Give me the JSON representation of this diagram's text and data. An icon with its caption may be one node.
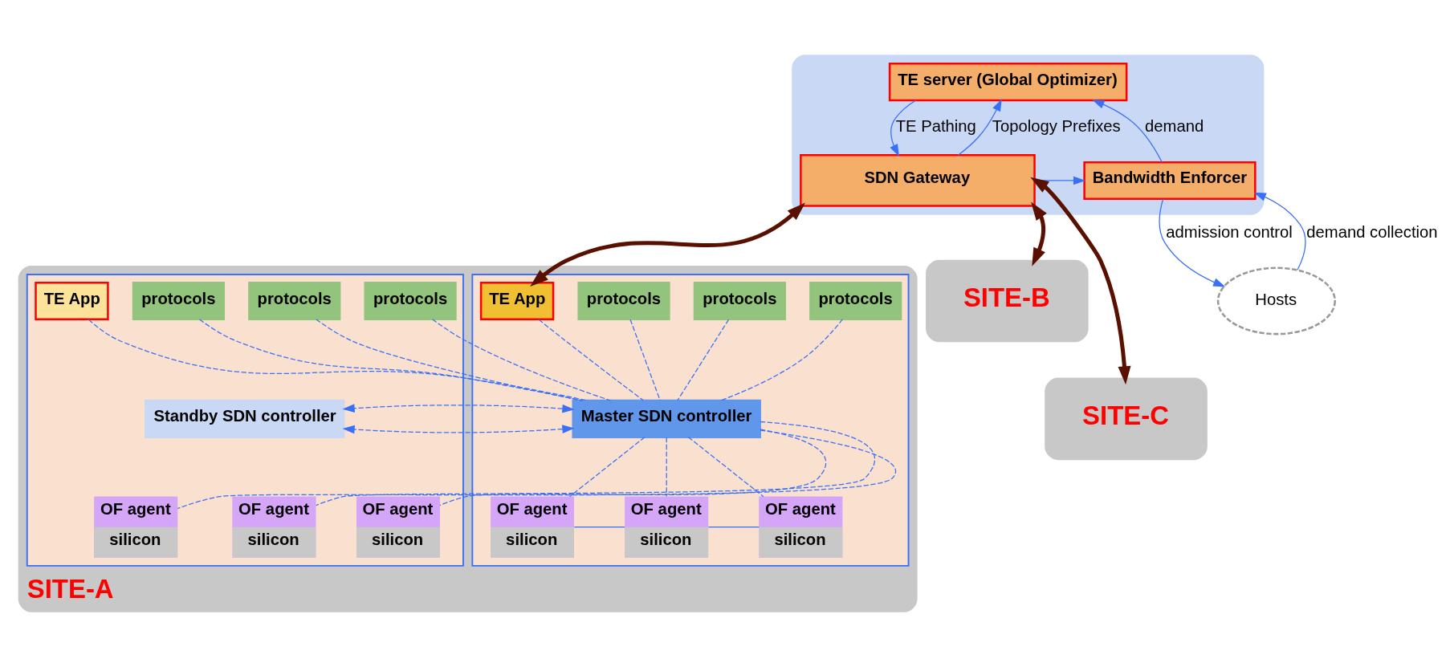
{
  "diagram": {
    "nodes": [
      {
        "text": [],
        "shape": "cloud"
      },
      {
        "text": [
          "TE server (Global Optimizer)"
        ],
        "in": 0
      },
      {
        "text": [
          "SDN Gateway"
        ],
        "in": 0
      },
      {
        "text": [
          "Bandwidth Enforcer"
        ],
        "in": 0
      },
      {
        "text": [
          "Hosts"
        ]
      },
      {
        "text": [
          "SITE-A"
        ]
      },
      {
        "text": [],
        "shape": "box",
        "in": 5
      },
      {
        "text": [
          "protocols"
        ],
        "in": 6
      },
      {
        "text": [
          "protocols"
        ],
        "in": 6
      },
      {
        "text": [
          "protocols"
        ],
        "in": 6
      },
      {
        "text": [
          "TE App"
        ],
        "in": 6
      },
      {
        "text": [
          "Master SDN controller"
        ],
        "in": 6
      },
      {
        "text": [
          "OF agent",
          "silicon"
        ],
        "in": 6
      },
      {
        "text": [
          "OF agent",
          "silicon"
        ],
        "in": 6
      },
      {
        "text": [
          "OF agent",
          "silicon"
        ],
        "in": 6
      },
      {
        "text": [],
        "shape": "box",
        "in": 5
      },
      {
        "text": [
          "protocols"
        ],
        "in": 15
      },
      {
        "text": [
          "protocols"
        ],
        "in": 15
      },
      {
        "text": [
          "protocols"
        ],
        "in": 15
      },
      {
        "text": [
          "TE App"
        ],
        "in": 15
      },
      {
        "text": [
          "Standby SDN controller"
        ],
        "in": 15
      },
      {
        "text": [
          "OF agent",
          "silicon"
        ],
        "in": 15
      },
      {
        "text": [
          "OF agent",
          "silicon"
        ],
        "in": 15
      },
      {
        "text": [
          "OF agent",
          "silicon"
        ],
        "in": 15
      },
      {
        "text": [
          "SITE-B"
        ]
      },
      {
        "text": [
          "SITE-C"
        ]
      }
    ],
    "edges": [
      {
        "from": 1,
        "to": 2,
        "arrow": "to",
        "label": "TE Pathing"
      },
      {
        "from": 2,
        "to": 1,
        "arrow": "to",
        "label": "Topology Prefixes"
      },
      {
        "from": 3,
        "to": 1,
        "arrow": "to",
        "label": "demand"
      },
      {
        "from": 2,
        "to": 3,
        "arrow": "to"
      },
      {
        "from": 4,
        "to": 3,
        "arrow": "to",
        "label": "demand collection"
      },
      {
        "from": 3,
        "to": 4,
        "arrow": "to",
        "label": "admission control"
      },
      {
        "from": 2,
        "to": 10,
        "arrow": "both",
        "style": "thick",
        "color": "#5a1000"
      },
      {
        "from": 2,
        "to": 24,
        "arrow": "both",
        "style": "thick",
        "color": "#5a1000"
      },
      {
        "from": 2,
        "to": 25,
        "arrow": "both",
        "style": "thick",
        "color": "#5a1000"
      },
      {
        "from": 7,
        "to": 11,
        "arrow": "none",
        "style": "dashed"
      },
      {
        "from": 8,
        "to": 11,
        "arrow": "none",
        "style": "dashed"
      },
      {
        "from": 9,
        "to": 11,
        "arrow": "none",
        "style": "dashed"
      },
      {
        "from": 10,
        "to": 11,
        "arrow": "none",
        "style": "dashed"
      },
      {
        "from": 16,
        "to": 11,
        "arrow": "none",
        "style": "dashed"
      },
      {
        "from": 17,
        "to": 11,
        "arrow": "none",
        "style": "dashed"
      },
      {
        "from": 18,
        "to": 11,
        "arrow": "none",
        "style": "dashed"
      },
      {
        "from": 19,
        "to": 11,
        "arrow": "none",
        "style": "dashed"
      },
      {
        "from": 11,
        "to": 20,
        "arrow": "both",
        "style": "dashed"
      },
      {
        "from": 11,
        "to": 12,
        "arrow": "none",
        "style": "dashed"
      },
      {
        "from": 11,
        "to": 13,
        "arrow": "none",
        "style": "dashed"
      },
      {
        "from": 11,
        "to": 14,
        "arrow": "none",
        "style": "dashed"
      },
      {
        "from": 11,
        "to": 21,
        "arrow": "none",
        "style": "dashed"
      },
      {
        "from": 11,
        "to": 22,
        "arrow": "none",
        "style": "dashed"
      },
      {
        "from": 11,
        "to": 23,
        "arrow": "none",
        "style": "dashed"
      },
      {
        "from": 12,
        "to": 13,
        "arrow": "none"
      },
      {
        "from": 13,
        "to": 14,
        "arrow": "none"
      }
    ]
  }
}
